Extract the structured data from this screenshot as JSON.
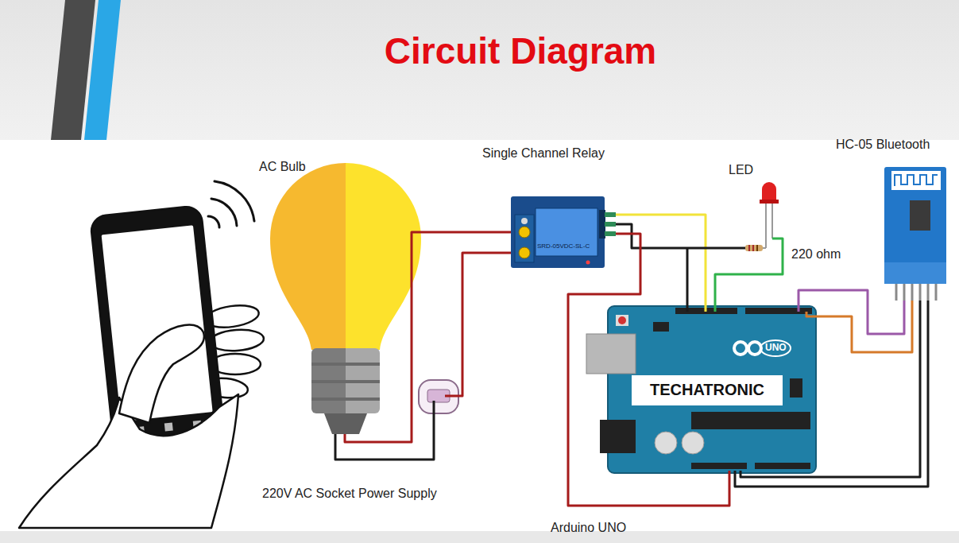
{
  "diagram": {
    "title": "Circuit Diagram",
    "labels": [
      "AC Bulb",
      "Single Channel Relay",
      "LED",
      "HC-05 Bluetooth",
      "220 ohm",
      "SRD-05VDC-SL-C",
      "UNO",
      "TECHATRONIC",
      "220V AC Socket Power Supply",
      "Arduino UNO"
    ]
  }
}
